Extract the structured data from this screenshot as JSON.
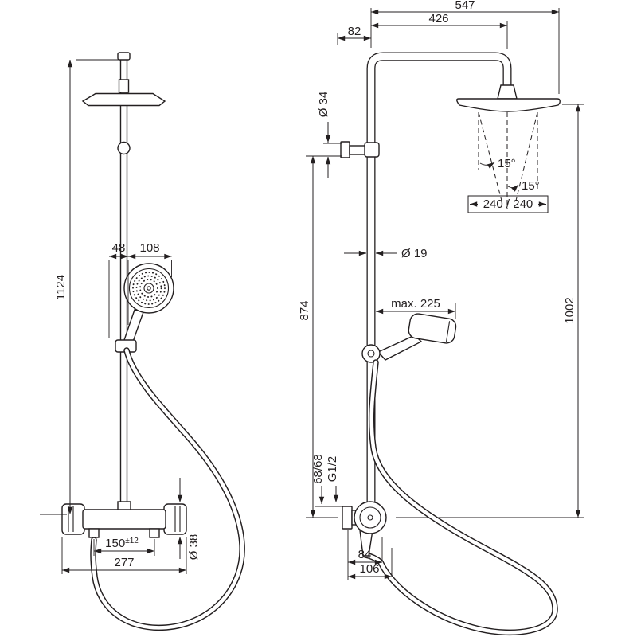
{
  "drawing": {
    "background": "#ffffff",
    "line_color": "#231f20",
    "left_view": {
      "total_height": "1124",
      "handshower_offset": "48",
      "handshower_diameter": "108",
      "connection_spacing": "150",
      "connection_spacing_tolerance": "±12",
      "valve_total_width": "277",
      "hose_diameter": "Ø 38"
    },
    "right_view": {
      "total_reach": "547",
      "arm_reach": "426",
      "wall_to_pipe": "82",
      "bracket_diameter": "Ø 34",
      "pipe_section_height": "874",
      "pipe_diameter": "Ø 19",
      "handshower_max_reach": "max. 225",
      "spray_angle_upper": "15°",
      "spray_angle_lower": "15°",
      "spray_coverage": "240 / 240",
      "head_to_valve_height": "1002",
      "supply_spacing": "68/68",
      "thread_size": "G1/2",
      "valve_depth_body": "84",
      "valve_depth_total": "106"
    }
  }
}
